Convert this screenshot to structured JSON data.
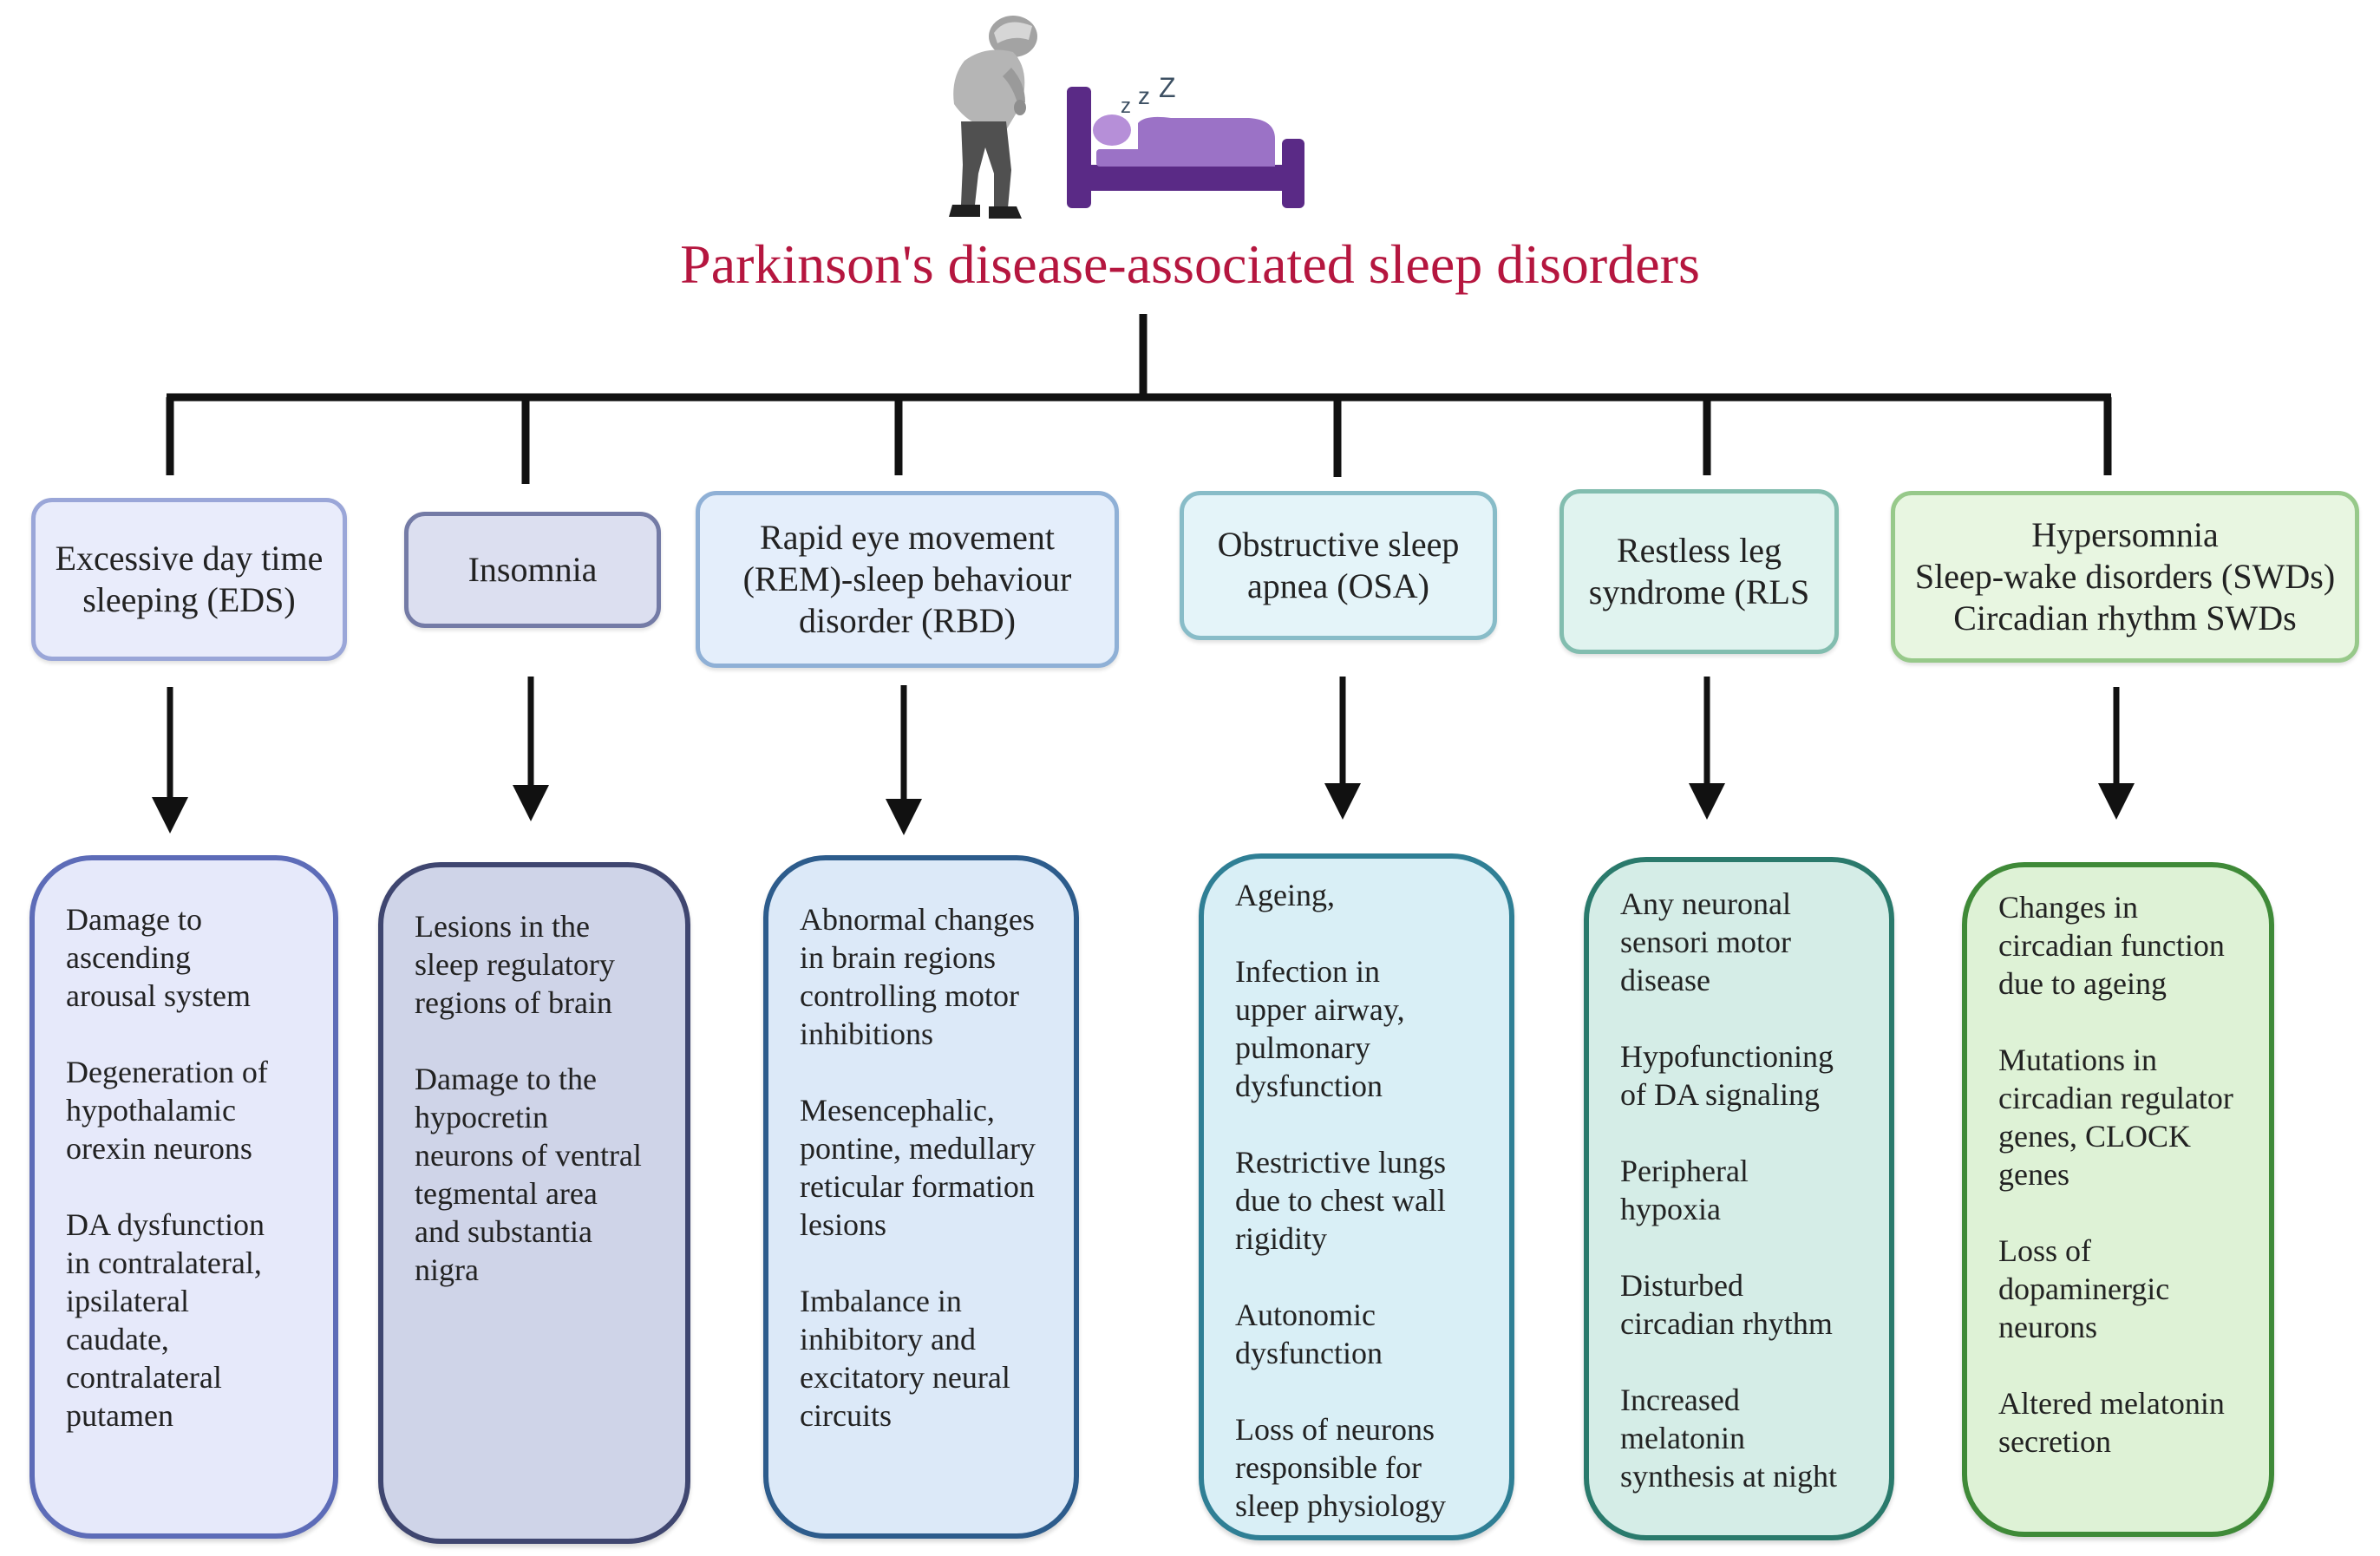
{
  "title": "Parkinson's disease-associated sleep disorders",
  "illustration": {
    "person_icon": "stooped-elderly-person-icon",
    "bed_icon": "sleeping-in-bed-icon",
    "sleep_text": "z z Z"
  },
  "disorders": [
    {
      "heading": "Excessive day time\nsleeping (EDS)",
      "causes": [
        "Damage to\nascending\narousal system",
        "Degeneration of\nhypothalamic\norexin neurons",
        "DA dysfunction\nin contralateral,\nipsilateral\ncaudate,\ncontralateral\nputamen"
      ],
      "colors": {
        "header_fill": "#e9ecfb",
        "header_border": "#9aa6d8",
        "detail_fill": "#e6e9fa",
        "detail_border": "#5d6cb8"
      }
    },
    {
      "heading": "Insomnia",
      "causes": [
        "Lesions in the\nsleep regulatory\nregions of brain",
        "Damage to the\nhypocretin\nneurons of ventral\ntegmental area\nand substantia\nnigra"
      ],
      "colors": {
        "header_fill": "#dcdff0",
        "header_border": "#747ba6",
        "detail_fill": "#cfd4e8",
        "detail_border": "#3f4670"
      }
    },
    {
      "heading": "Rapid eye movement\n(REM)-sleep behaviour\ndisorder (RBD)",
      "causes": [
        "Abnormal changes\nin brain regions\ncontrolling motor\ninhibitions",
        "Mesencephalic,\npontine, medullary\nreticular formation\nlesions",
        "Imbalance in\ninhibitory and\nexcitatory neural\ncircuits"
      ],
      "colors": {
        "header_fill": "#e4eefb",
        "header_border": "#8fb0d6",
        "detail_fill": "#dce9f8",
        "detail_border": "#2d5c8c"
      }
    },
    {
      "heading": "Obstructive sleep\napnea (OSA)",
      "causes": [
        "Ageing,",
        "Infection in\nupper airway,\npulmonary\ndysfunction",
        "Restrictive lungs\ndue to chest wall\nrigidity",
        "Autonomic\ndysfunction",
        "Loss of neurons\nresponsible for\nsleep physiology"
      ],
      "colors": {
        "header_fill": "#e4f4f9",
        "header_border": "#88bcc8",
        "detail_fill": "#d9eff6",
        "detail_border": "#2f7f95"
      }
    },
    {
      "heading": "Restless leg\nsyndrome (RLS",
      "causes": [
        "Any neuronal\nsensori motor\ndisease",
        "Hypofunctioning\nof DA signaling",
        "Peripheral\nhypoxia",
        "Disturbed\ncircadian rhythm",
        "Increased\nmelatonin\nsynthesis at night"
      ],
      "colors": {
        "header_fill": "#e0f3ef",
        "header_border": "#82bdaf",
        "detail_fill": "#d5ede7",
        "detail_border": "#2a7a6c"
      }
    },
    {
      "heading": "Hypersomnia\nSleep-wake disorders (SWDs)\nCircadian rhythm SWDs",
      "causes": [
        "Changes in\ncircadian function\ndue to ageing",
        "Mutations in\ncircadian regulator\ngenes, CLOCK\ngenes",
        "Loss of\ndopaminergic\nneurons",
        "Altered melatonin\nsecretion"
      ],
      "colors": {
        "header_fill": "#e8f6e1",
        "header_border": "#97c98a",
        "detail_fill": "#def2d6",
        "detail_border": "#3f8a38"
      }
    }
  ]
}
